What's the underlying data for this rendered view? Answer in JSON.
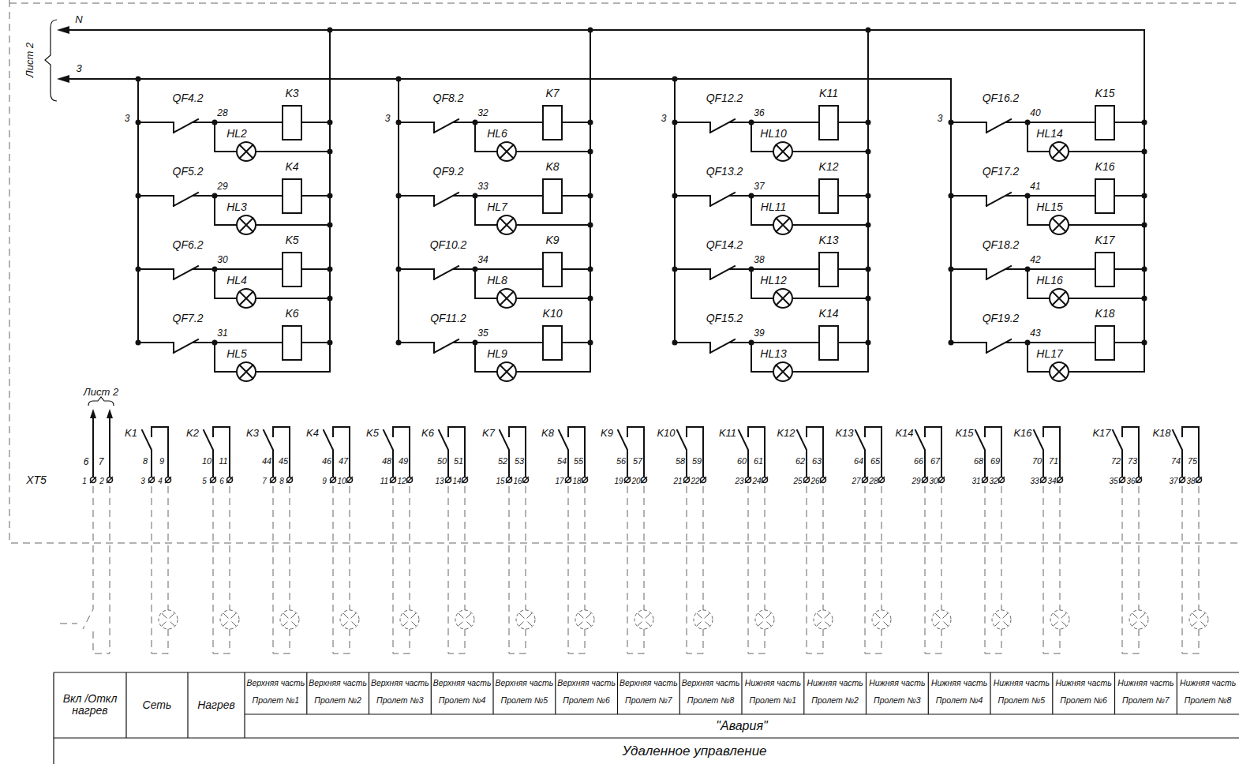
{
  "diagram": {
    "labels": [
      "Лист 2",
      "N",
      "3",
      "3",
      "QF4.2",
      "28",
      "K3",
      "HL2",
      "QF5.2",
      "29",
      "K4",
      "HL3",
      "QF6.2",
      "30",
      "K5",
      "HL4",
      "QF7.2",
      "31",
      "K6",
      "HL5",
      "3",
      "QF8.2",
      "32",
      "K7",
      "HL6",
      "QF9.2",
      "33",
      "K8",
      "HL7",
      "QF10.2",
      "34",
      "K9",
      "HL8",
      "QF11.2",
      "35",
      "K10",
      "HL9",
      "3",
      "QF12.2",
      "36",
      "K11",
      "HL10",
      "QF13.2",
      "37",
      "K12",
      "HL11",
      "QF14.2",
      "38",
      "K13",
      "HL12",
      "QF15.2",
      "39",
      "K14",
      "HL13",
      "3",
      "QF16.2",
      "40",
      "K15",
      "HL14",
      "QF17.2",
      "41",
      "K16",
      "HL15",
      "QF18.2",
      "42",
      "K17",
      "HL16",
      "QF19.2",
      "43",
      "K18",
      "HL17",
      "Лист 2",
      "6",
      "7",
      "XT5",
      "1",
      "2",
      "K1",
      "8",
      "9",
      "3",
      "4",
      "K2",
      "10",
      "11",
      "5",
      "6",
      "K3",
      "44",
      "45",
      "7",
      "8",
      "K4",
      "46",
      "47",
      "9",
      "10",
      "K5",
      "48",
      "49",
      "11",
      "12",
      "K6",
      "50",
      "51",
      "13",
      "14",
      "K7",
      "52",
      "53",
      "15",
      "16",
      "K8",
      "54",
      "55",
      "17",
      "18",
      "K9",
      "56",
      "57",
      "19",
      "20",
      "K10",
      "58",
      "59",
      "21",
      "22",
      "K11",
      "60",
      "61",
      "23",
      "24",
      "K12",
      "62",
      "63",
      "25",
      "26",
      "K13",
      "64",
      "65",
      "27",
      "28",
      "K14",
      "66",
      "67",
      "29",
      "30",
      "K15",
      "68",
      "69",
      "31",
      "32",
      "K16",
      "70",
      "71",
      "33",
      "34",
      "K17",
      "72",
      "73",
      "35",
      "36",
      "K18",
      "74",
      "75",
      "37",
      "38",
      "Вкл /Откл нагрев",
      "Сеть",
      "Нагрев",
      "Верхняя часть",
      "Пролет №1",
      "Верхняя часть",
      "Пролет №2",
      "Верхняя часть",
      "Пролет №3",
      "Верхняя часть",
      "Пролет №4",
      "Верхняя часть",
      "Пролет №5",
      "Верхняя часть",
      "Пролет №6",
      "Верхняя часть",
      "Пролет №7",
      "Верхняя часть",
      "Пролет №8",
      "Нижняя часть",
      "Пролет №1",
      "Нижняя часть",
      "Пролет №2",
      "Нижняя часть",
      "Пролет №3",
      "Нижняя часть",
      "Пролет №4",
      "Нижняя часть",
      "Пролет №5",
      "Нижняя часть",
      "Пролет №6",
      "Нижняя часть",
      "Пролет №7",
      "Нижняя часть",
      "Пролет №8",
      "\"Авария\"",
      "Удаленное управление"
    ]
  }
}
